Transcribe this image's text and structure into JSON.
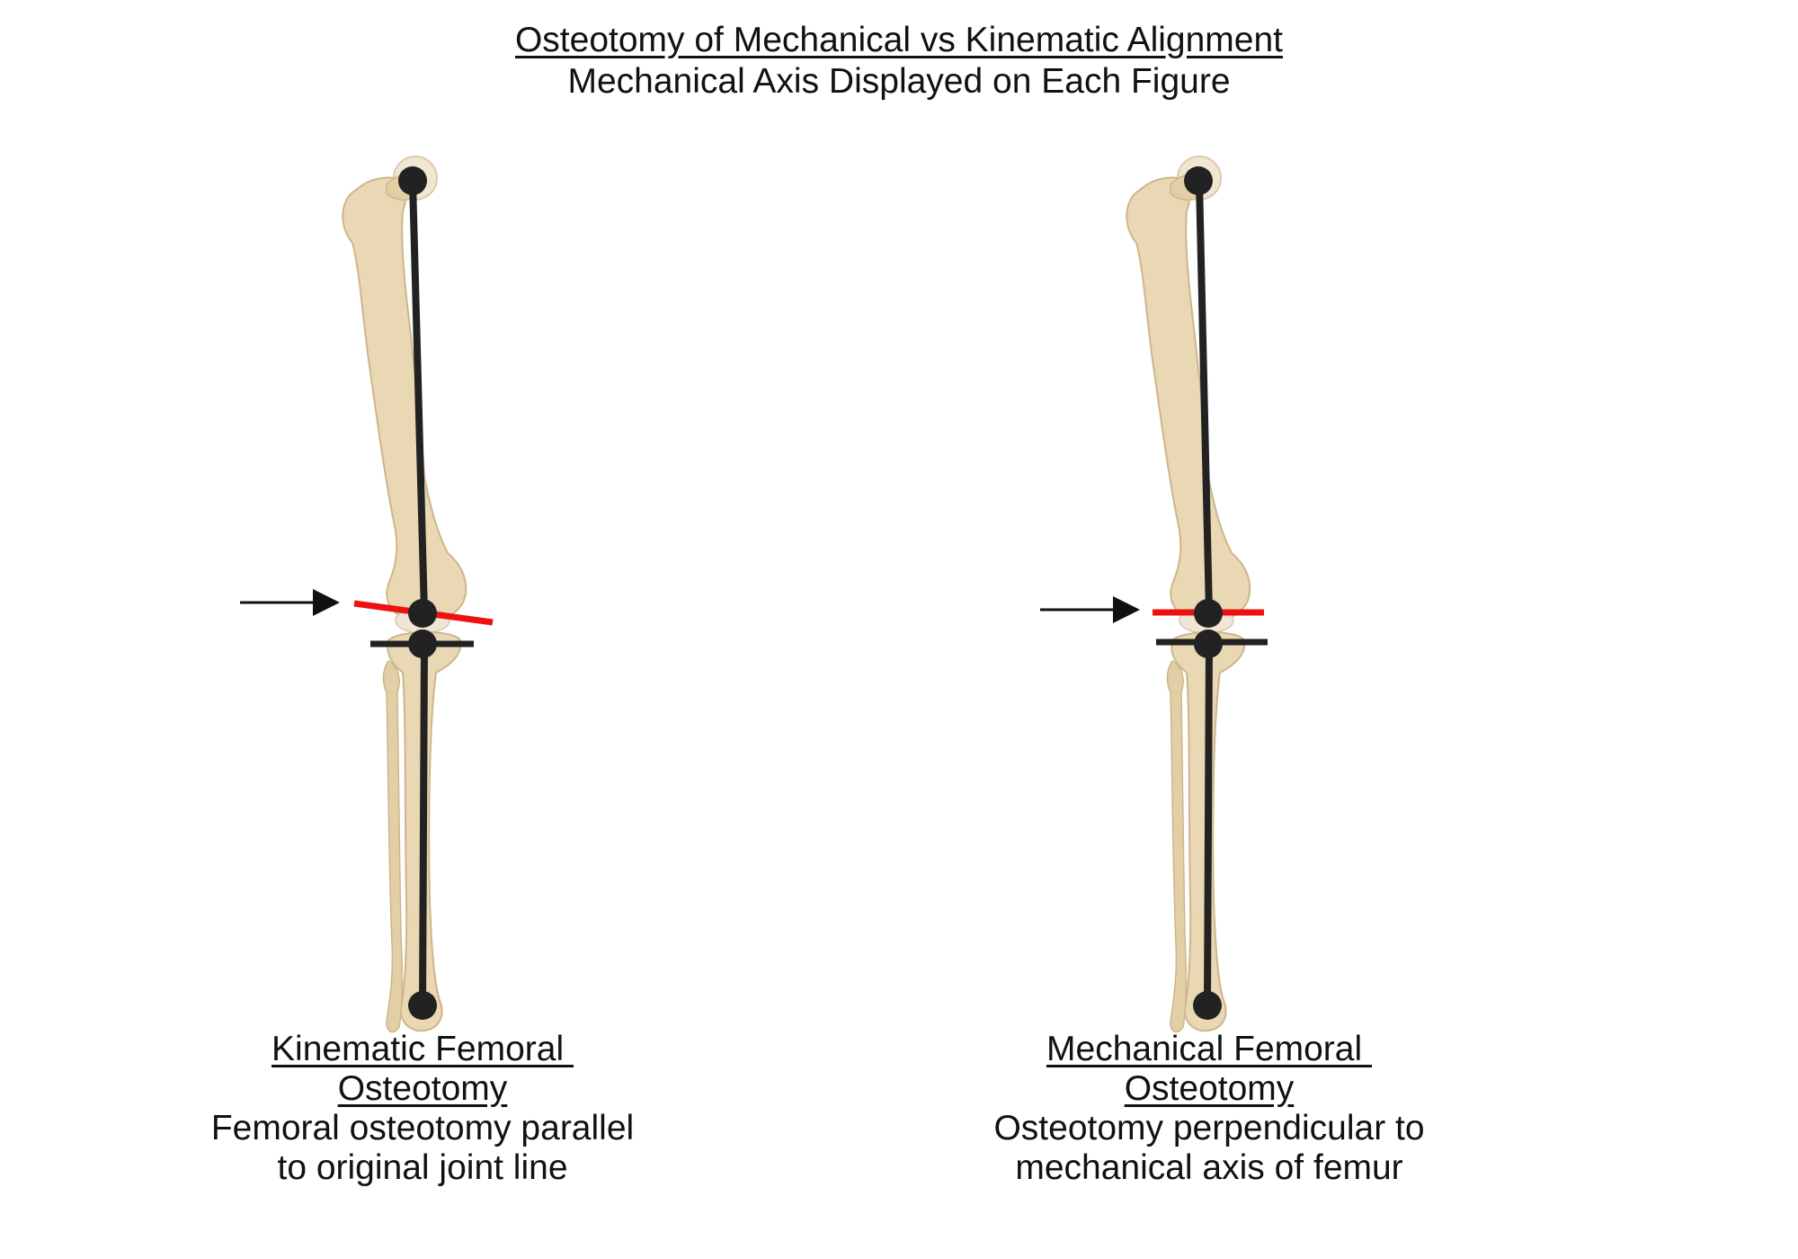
{
  "title": "Osteotomy of Mechanical vs Kinematic Alignment",
  "subtitle": "Mechanical Axis Displayed on Each Figure",
  "panels": [
    {
      "heading_line1": "Kinematic Femoral ",
      "heading_line2": "Osteotomy",
      "desc_line1": "Femoral osteotomy parallel",
      "desc_line2": "to original joint line"
    },
    {
      "heading_line1": "Mechanical Femoral ",
      "heading_line2": "Osteotomy",
      "desc_line1": "Osteotomy perpendicular to",
      "desc_line2": "mechanical axis of femur"
    }
  ],
  "colors": {
    "bone": "#ead8b4",
    "bone_shadow": "#d6bf92",
    "axis": "#222222",
    "osteotomy": "#ee1111",
    "arrow": "#111111"
  }
}
